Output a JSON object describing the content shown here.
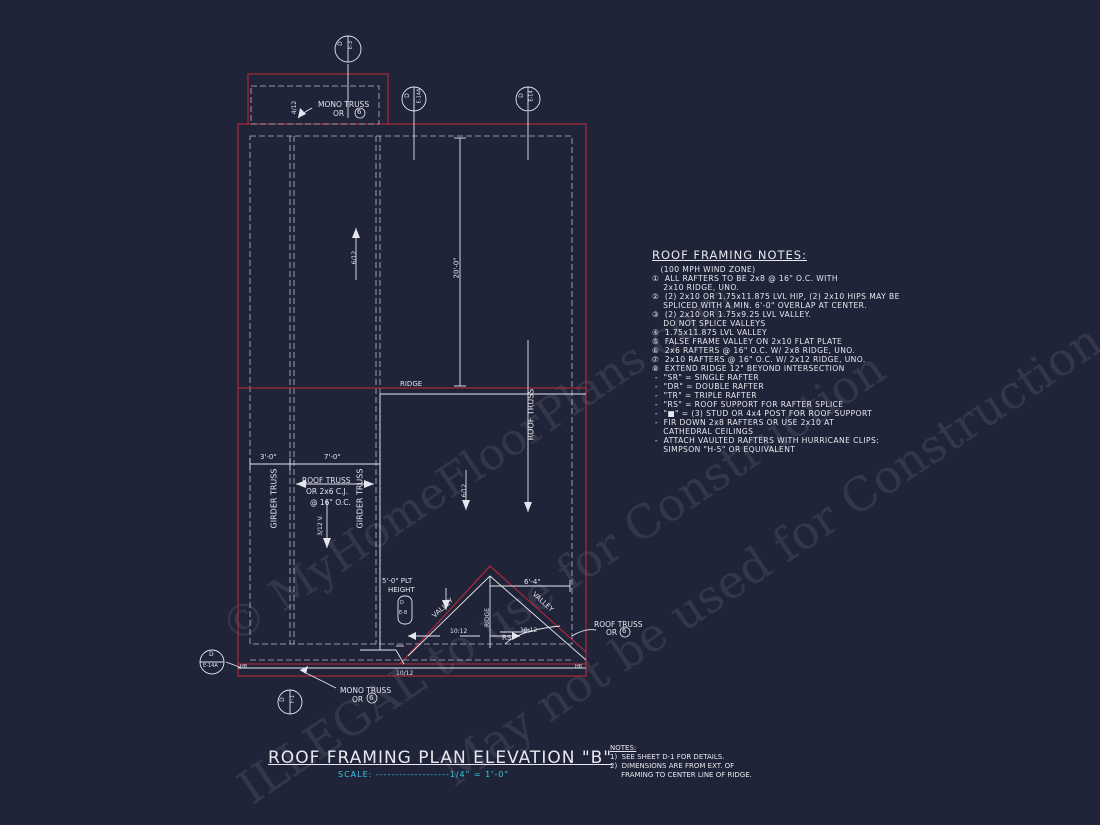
{
  "watermark": {
    "line1": "© MyHomeFloorPlans.com",
    "line2": "ILLEGAL to use for Construction",
    "line3": "May not be used for Construction Plans"
  },
  "sections": {
    "top": {
      "letter": "D",
      "sheet": "E-3"
    },
    "mid_left": {
      "letter": "D",
      "sheet": "E-14A"
    },
    "mid_right": {
      "letter": "D",
      "sheet": "E-14"
    },
    "left": {
      "letter": "D",
      "sheet": "E-14A"
    },
    "bottom": {
      "letter": "D",
      "sheet": "F-1"
    },
    "inner": {
      "letter": "D",
      "sheet": "E-8"
    }
  },
  "labels": {
    "mono_truss_top": "MONO TRUSS",
    "mono_truss_top_or": "OR",
    "mono_truss_top_num": "6",
    "pitch_4_12_top": "4/12",
    "pitch_6_12_left": "6/12",
    "dim_20_0": "20'-0\"",
    "ridge": "RIDGE",
    "roof_truss_vertical": "ROOF TRUSS",
    "dim_3_0": "3'-0\"",
    "dim_7_0": "7'-0\"",
    "girder_truss_left": "GIRDER TRUSS",
    "girder_truss_right": "GIRDER TRUSS",
    "roof_truss_mid": "ROOF TRUSS",
    "roof_truss_mid_2": "OR 2x6 C.J.",
    "roof_truss_mid_3": "@ 16\" O.C.",
    "pitch_3_12": "3/12 V.",
    "pitch_6_12_right": "6/12",
    "plt_height_1": "5'-0\" PLT",
    "plt_height_2": "HEIGHT",
    "dim_6_4": "6'-4\"",
    "valley_left": "VALLEY",
    "valley_right": "VALLEY",
    "ridge_small": "RIDGE",
    "pitch_10_12_a": "10:12",
    "pitch_10_12_b": "10:12",
    "rs": "RS",
    "roof_truss_right": "ROOF TRUSS",
    "roof_truss_right_or": "OR",
    "roof_truss_right_num": "6",
    "pitch_10_12_bottom": "10/12",
    "mono_truss_bottom": "MONO TRUSS",
    "mono_truss_bottom_or": "OR",
    "mono_truss_bottom_num": "6",
    "corner_tag": "H8"
  },
  "roof_notes": {
    "title": "ROOF FRAMING NOTES:",
    "items": [
      "   (100 MPH WIND ZONE)",
      "①  ALL RAFTERS TO BE 2x8 @ 16\" O.C. WITH",
      "    2x10 RIDGE, UNO.",
      "②  (2) 2x10 OR 1.75x11.875 LVL HIP, (2) 2x10 HIPS MAY BE",
      "    SPLICED WITH A MIN. 6'-0\" OVERLAP AT CENTER.",
      "③  (2) 2x10 OR 1.75x9.25 LVL VALLEY.",
      "    DO NOT SPLICE VALLEYS",
      "④  1.75x11.875 LVL VALLEY",
      "⑤  FALSE FRAME VALLEY ON 2x10 FLAT PLATE",
      "⑥  2x6 RAFTERS @ 16\" O.C. W/ 2x8 RIDGE, UNO.",
      "⑦  2x10 RAFTERS @ 16\" O.C. W/ 2x12 RIDGE, UNO.",
      "⑧  EXTEND RIDGE 12\" BEYOND INTERSECTION",
      " -  \"SR\" = SINGLE RAFTER",
      " -  \"DR\" = DOUBLE RAFTER",
      " -  \"TR\" = TRIPLE RAFTER",
      " -  \"RS\" = ROOF SUPPORT FOR RAFTER SPLICE",
      " -  \"■\" = (3) STUD OR 4x4 POST FOR ROOF SUPPORT",
      " -  FIR DOWN 2x8 RAFTERS OR USE 2x10 AT",
      "    CATHEDRAL CEILINGS",
      " -  ATTACH VAULTED RAFTERS WITH HURRICANE CLIPS:",
      "    SIMPSON \"H-5\" OR EQUIVALENT"
    ]
  },
  "title": {
    "main": "ROOF FRAMING PLAN ELEVATION \"B\"",
    "scale": "SCALE: -------------------1/4\" = 1'-0\""
  },
  "general_notes": {
    "heading": "NOTES:",
    "line1": "1)  SEE SHEET D-1 FOR DETAILS.",
    "line2": "2)  DIMENSIONS ARE FROM EXT. OF",
    "line3": "     FRAMING TO CENTER LINE OF RIDGE."
  },
  "colors": {
    "background": "#1f2438",
    "red": "#c8283a",
    "line": "#e6e6ee",
    "dashed": "#b9bcc8",
    "cyan": "#37c6e0"
  }
}
